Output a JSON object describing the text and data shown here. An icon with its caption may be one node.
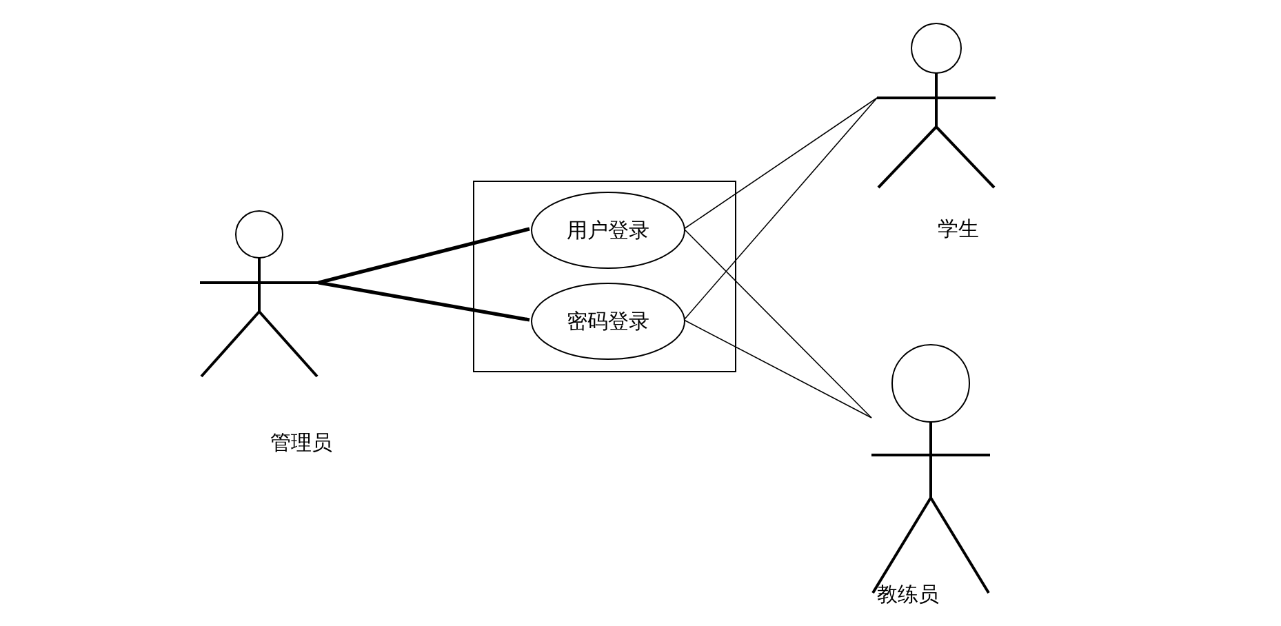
{
  "diagram": {
    "nodes": [
      {
        "text": [],
        "shape": "box"
      },
      {
        "text": [
          "用户登录"
        ],
        "in": 0
      },
      {
        "text": [
          "密码登录"
        ],
        "in": 0
      },
      {
        "text": [
          "管理员"
        ]
      },
      {
        "text": [
          "学生"
        ]
      },
      {
        "text": [
          "教练员"
        ]
      }
    ],
    "edges": [
      {
        "from": 3,
        "to": 1,
        "arrow": "none",
        "style": "thick"
      },
      {
        "from": 3,
        "to": 2,
        "arrow": "none",
        "style": "thick"
      },
      {
        "from": 1,
        "to": 4,
        "arrow": "none"
      },
      {
        "from": 2,
        "to": 4,
        "arrow": "none"
      },
      {
        "from": 1,
        "to": 5,
        "arrow": "none"
      },
      {
        "from": 2,
        "to": 5,
        "arrow": "none"
      }
    ]
  }
}
